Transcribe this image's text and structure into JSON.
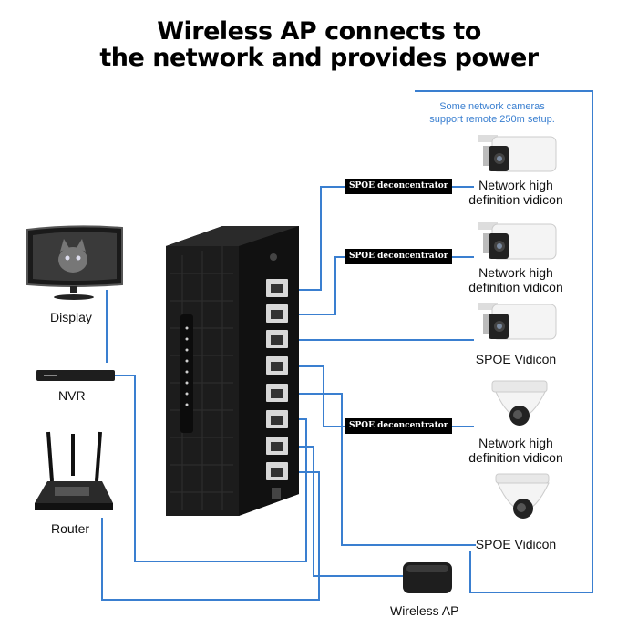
{
  "title": {
    "line1": "Wireless AP connects to",
    "line2": "the network and provides power"
  },
  "note": {
    "line1": "Some network cameras",
    "line2": "support remote 250m setup."
  },
  "badges": {
    "b1": "SPOE deconcentrator",
    "b2": "SPOE deconcentrator",
    "b3": "SPOE deconcentrator"
  },
  "devices": {
    "display": "Display",
    "nvr": "NVR",
    "router": "Router",
    "wireless_ap": "Wireless AP"
  },
  "cameras": {
    "c1_line1": "Network high",
    "c1_line2": "definition vidicon",
    "c2_line1": "Network high",
    "c2_line2": "definition vidicon",
    "c3": "SPOE Vidicon",
    "c4_line1": "Network high",
    "c4_line2": "definition vidicon",
    "c5": "SPOE Vidicon"
  },
  "colors": {
    "wire": "#3a7fd0",
    "switch": "#1c1c1c"
  }
}
